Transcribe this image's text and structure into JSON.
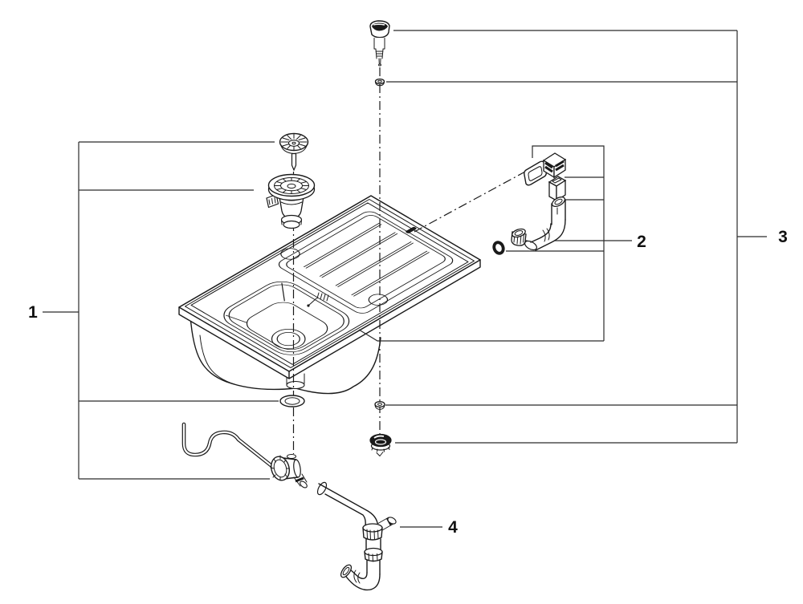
{
  "page": {
    "background_color": "#ffffff",
    "ink_color": "#1a1a1a"
  },
  "diagram": {
    "type": "exploded-parts-diagram",
    "subject": "inset kitchen sink with drainboard, basket strainer waste, overflow kit and trap",
    "callouts": [
      {
        "label": "1",
        "points_to": "sink-strainer-waste-group"
      },
      {
        "label": "2",
        "points_to": "overflow-kit-group"
      },
      {
        "label": "3",
        "points_to": "remote-knob-mounting-group"
      },
      {
        "label": "4",
        "points_to": "waste-trap-pipe"
      }
    ]
  }
}
